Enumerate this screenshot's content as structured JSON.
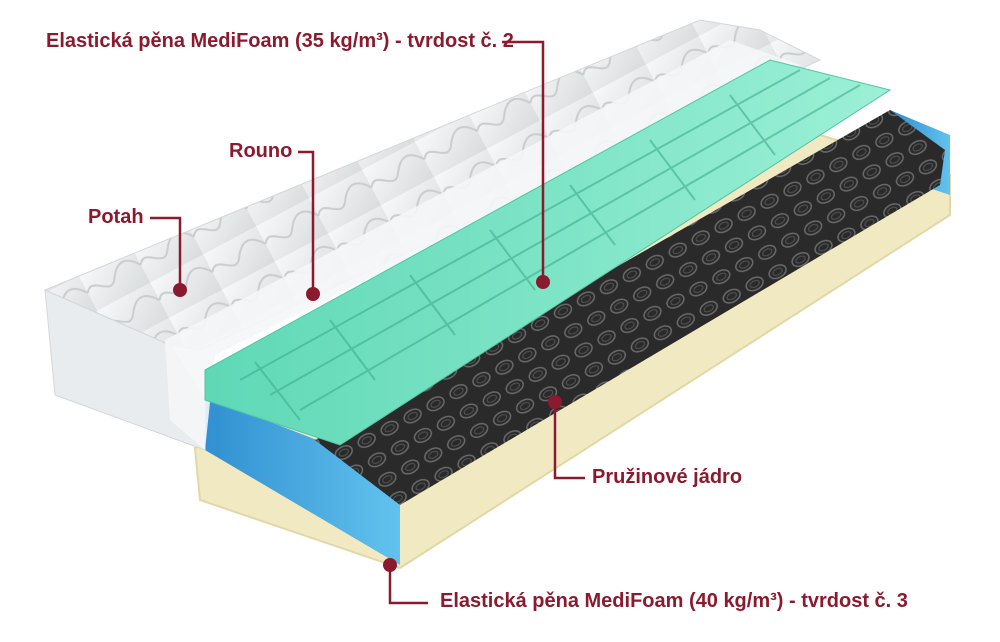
{
  "labels": {
    "top_foam": "Elastická pěna MediFoam (35 kg/m³)  - tvrdost č. 2",
    "fleece": "Rouno",
    "cover": "Potah",
    "spring_core": "Pružinové jádro",
    "bottom_foam": "Elastická pěna MediFoam (40 kg/m³)  - tvrdost č. 3"
  },
  "colors": {
    "accent": "#8b1a2e",
    "cover": "#eef0f1",
    "top_foam": "#6fe0bf",
    "side_foam": "#3aa6e0",
    "bottom_foam": "#f1e9c2",
    "spring_core": "#2b2b2b"
  }
}
